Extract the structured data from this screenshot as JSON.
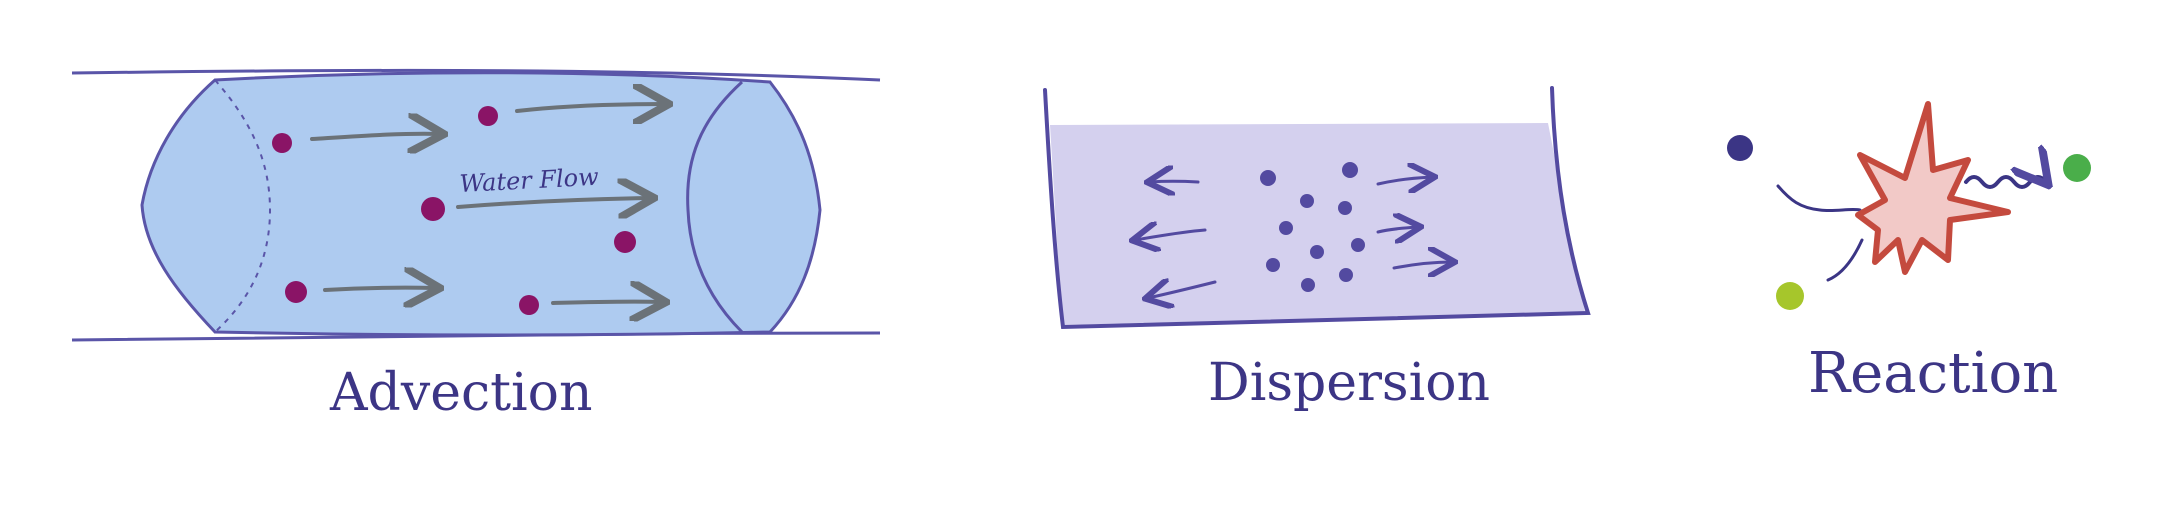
{
  "panels": {
    "advection": {
      "label": "Advection",
      "flow_label": "Water Flow"
    },
    "dispersion": {
      "label": "Dispersion"
    },
    "reaction": {
      "label": "Reaction"
    }
  },
  "colors": {
    "ink": "#3c3585",
    "pipe_fill": "#aecbf0",
    "pipe_stroke": "#5a55a8",
    "particle": "#8a1466",
    "arrow_grey": "#6b7278",
    "tank_fill": "#d4d0ee",
    "tank_dot": "#534aa0",
    "burst_fill": "#f2c9c7",
    "burst_stroke": "#c44a3e",
    "green_dot": "#4aae4a",
    "yellowgreen_dot": "#a6c62b",
    "navy_dot": "#3b3585"
  }
}
